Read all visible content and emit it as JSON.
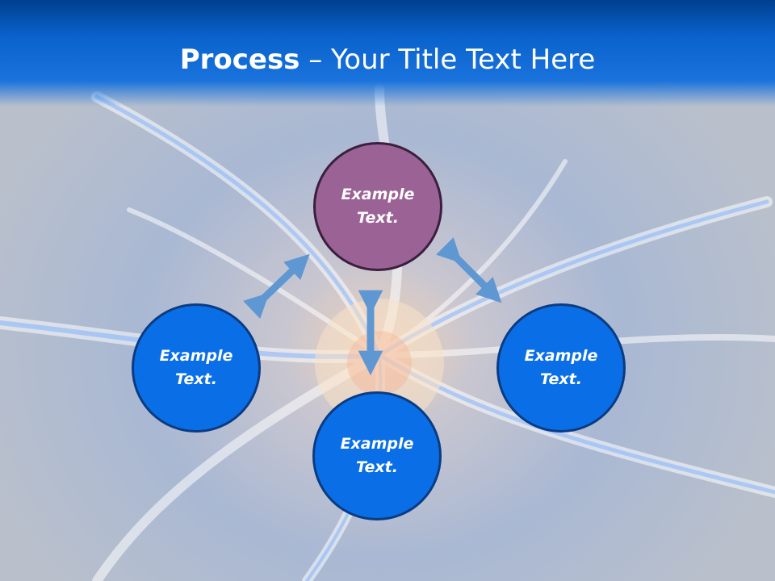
{
  "title": {
    "bold": "Process",
    "rest": " – Your Title Text Here"
  },
  "nodes": [
    {
      "id": "top",
      "text": "Example Text."
    },
    {
      "id": "left",
      "text": "Example Text."
    },
    {
      "id": "bottom",
      "text": "Example Text."
    },
    {
      "id": "right",
      "text": "Example Text."
    }
  ],
  "colors": {
    "node_blue": "#0a6fe6",
    "node_purple": "#9b6296",
    "arrow": "#5f97d2",
    "header": "#0a62cc"
  }
}
